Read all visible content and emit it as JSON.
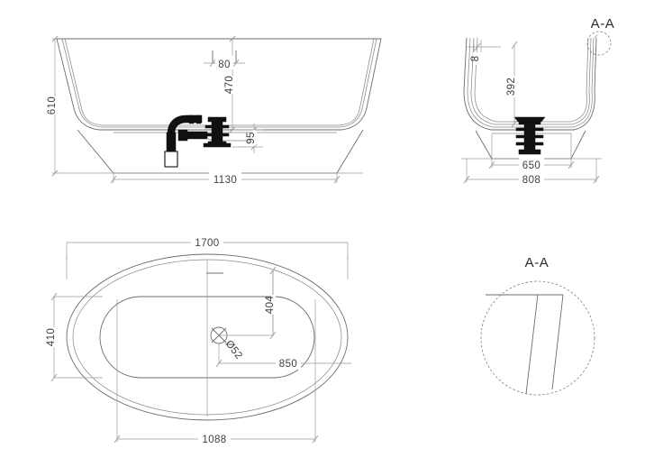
{
  "drawing": {
    "title": "bathtub-technical-drawing",
    "units": "mm",
    "line_color": "#6d6d6d",
    "dim_color": "#9a9a9a",
    "text_color": "#3f3f3f",
    "waste_color": "#111111",
    "background": "#ffffff"
  },
  "views": {
    "front": {
      "name": "front-elevation",
      "dimensions": {
        "height_overall": "610",
        "height_inner": "470",
        "waste_height": "95",
        "overflow_width": "80",
        "base_width": "1130"
      }
    },
    "side": {
      "name": "side-elevation-section",
      "section_label": "A-A",
      "dimensions": {
        "rim_thickness": "8",
        "inner_depth": "392",
        "base_width": "650",
        "overall_width": "808"
      }
    },
    "plan": {
      "name": "plan-view",
      "dimensions": {
        "length_overall": "1700",
        "width_overall": "410",
        "drain_offset_y": "404",
        "drain_offset_x": "850",
        "inner_length": "1088",
        "drain_diameter": "Ø52"
      }
    },
    "detail": {
      "name": "detail-a-a",
      "label": "A-A"
    }
  }
}
